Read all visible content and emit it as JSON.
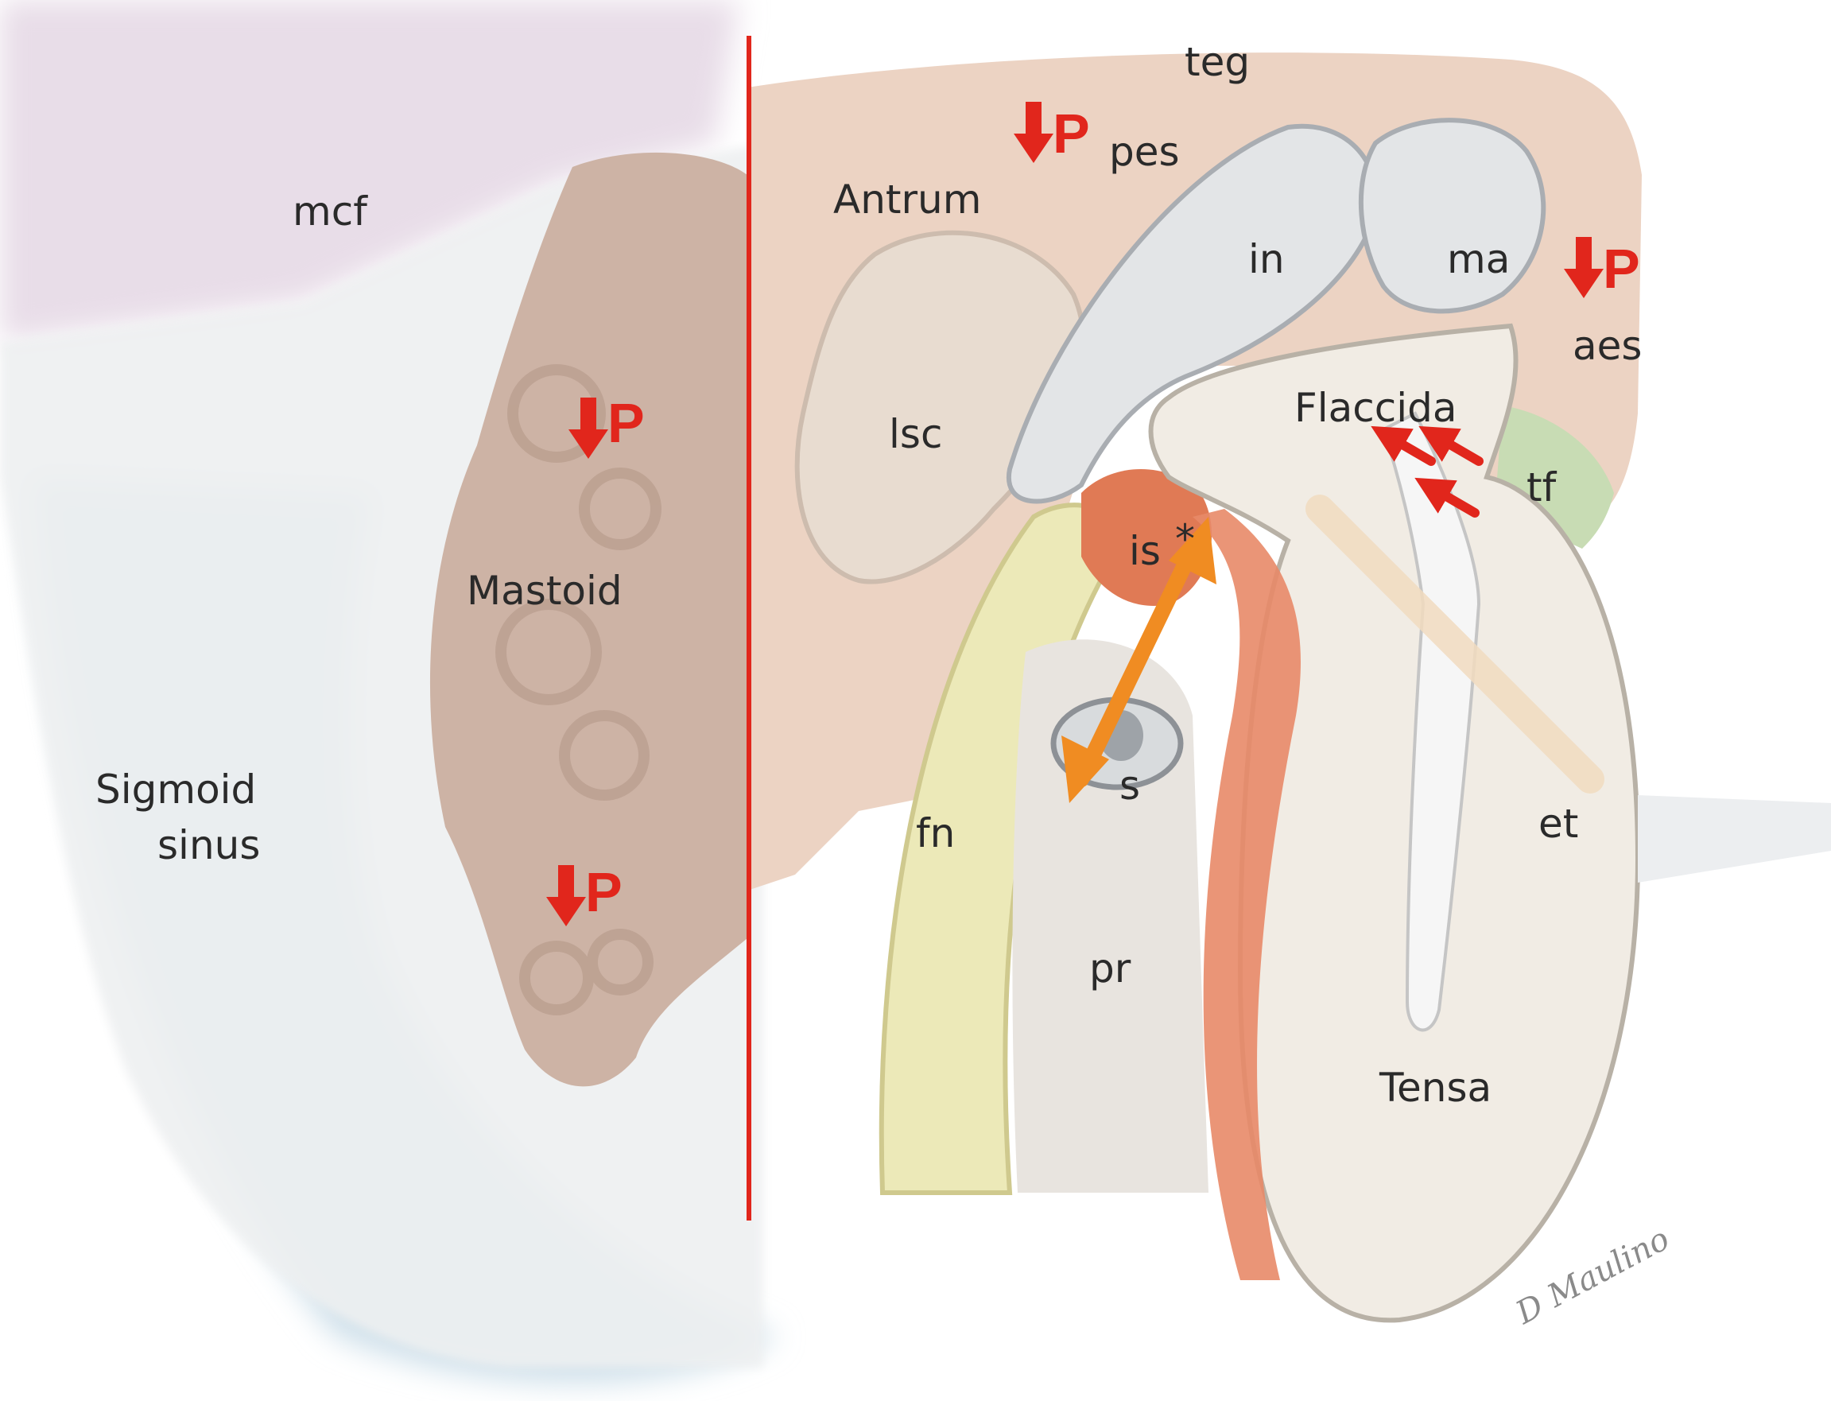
{
  "labels": {
    "mcf": "mcf",
    "teg": "teg",
    "pes": "pes",
    "antrum": "Antrum",
    "in": "in",
    "ma": "ma",
    "aes": "aes",
    "lsc": "lsc",
    "flaccida": "Flaccida",
    "tf": "tf",
    "mastoid": "Mastoid",
    "is": "is",
    "asterisk": "*",
    "sigmoid_line1": "Sigmoid",
    "sigmoid_line2": "sinus",
    "fn": "fn",
    "s": "s",
    "et": "et",
    "pr": "pr",
    "tensa": "Tensa",
    "pressure": "P"
  },
  "signature": "D Maulino",
  "colors": {
    "bone_tan": "#ecd3c3",
    "mastoid_brown": "#cdb3a5",
    "white_bone": "#eef0f1",
    "ossicle": "#e3e5e7",
    "facial_nerve": "#ece9b8",
    "membrane": "#f1ece4",
    "tensor_tympani": "#c8dcb4",
    "stapes_red": "#e07a55",
    "orange_arrow": "#f08c22",
    "red_marker": "#e1261c",
    "divider_red": "#e1261c",
    "mcf_lavender": "#e8dde8",
    "sinus_blue": "#cfe0ea"
  }
}
